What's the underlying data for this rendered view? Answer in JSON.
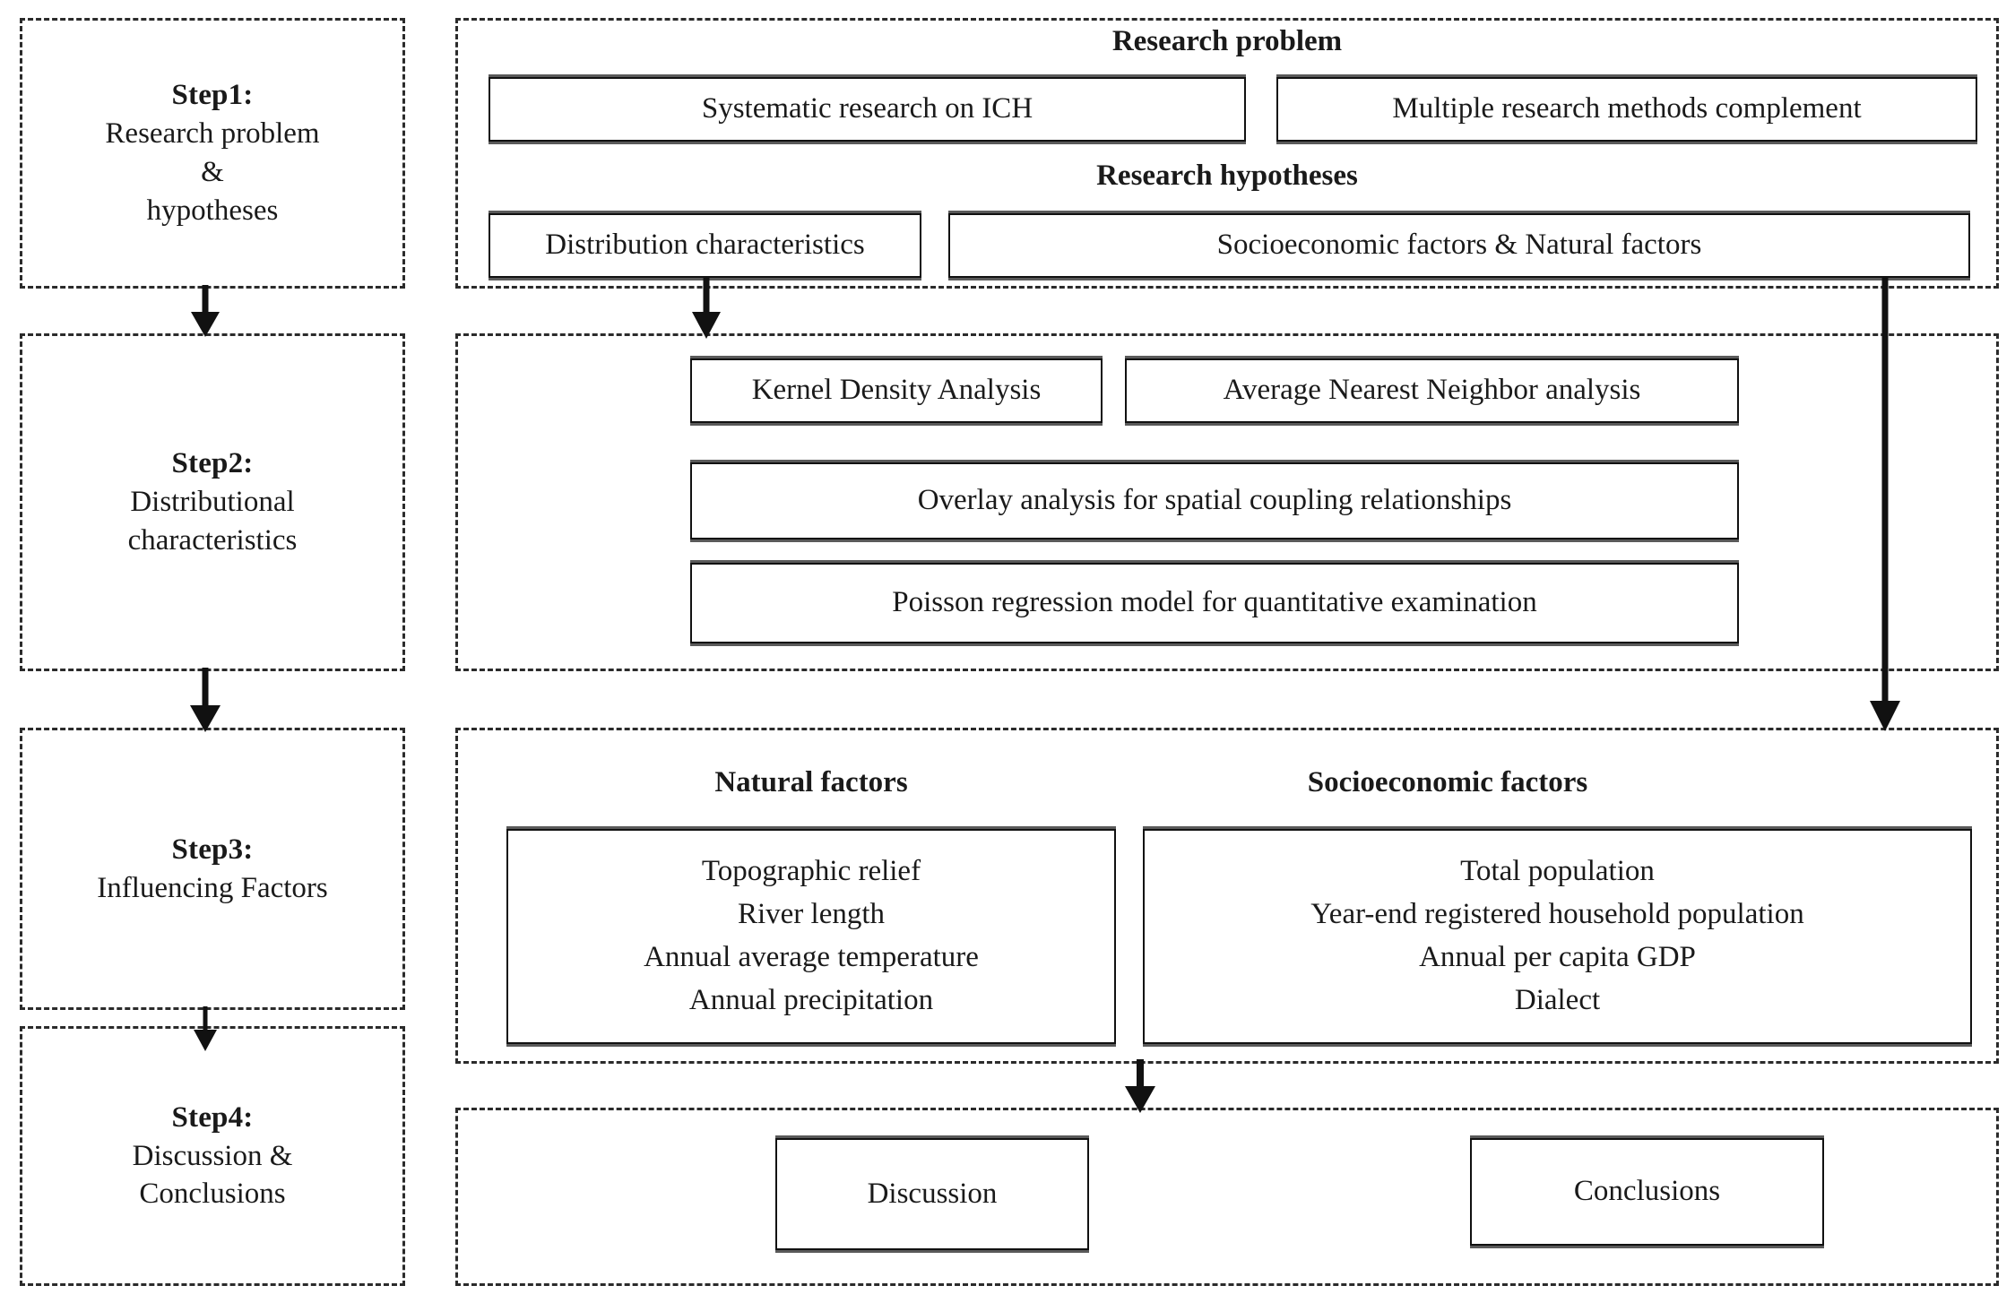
{
  "diagram": {
    "title": "Research framework flowchart",
    "steps": [
      {
        "id": "step1",
        "label_title": "Step1:",
        "label_lines": [
          "Research problem",
          "&",
          "hypotheses"
        ],
        "headings": [
          "Research problem",
          "Research hypotheses"
        ],
        "nodes": [
          "Systematic research on ICH",
          "Multiple research methods complement",
          "Distribution characteristics",
          "Socioeconomic factors  &  Natural factors"
        ]
      },
      {
        "id": "step2",
        "label_title": "Step2:",
        "label_lines": [
          "Distributional",
          "characteristics"
        ],
        "headings": [],
        "nodes": [
          "Kernel Density Analysis",
          "Average Nearest Neighbor analysis",
          "Overlay analysis for spatial coupling relationships",
          "Poisson regression model for quantitative examination"
        ]
      },
      {
        "id": "step3",
        "label_title": "Step3:",
        "label_lines": [
          "Influencing Factors"
        ],
        "headings": [
          "Natural factors",
          "Socioeconomic factors"
        ],
        "natural_factors": [
          "Topographic relief",
          "River length",
          "Annual average temperature",
          "Annual precipitation"
        ],
        "socioeconomic_factors": [
          "Total population",
          "Year-end registered household population",
          "Annual per capita GDP",
          "Dialect"
        ]
      },
      {
        "id": "step4",
        "label_title": "Step4:",
        "label_lines": [
          "Discussion &",
          "Conclusions"
        ],
        "headings": [],
        "nodes": [
          "Discussion",
          "Conclusions"
        ]
      }
    ],
    "connectors": [
      {
        "name": "step1-to-step2-left",
        "kind": "down-arrow"
      },
      {
        "name": "step2-to-step3-left",
        "kind": "down-arrow"
      },
      {
        "name": "step3-to-step4-left",
        "kind": "down-arrow"
      },
      {
        "name": "distribution-to-step2",
        "kind": "down-arrow"
      },
      {
        "name": "socioeconomic-to-step3",
        "kind": "long-down-arrow"
      },
      {
        "name": "step3-to-step4-main",
        "kind": "down-arrow"
      }
    ],
    "colors": {
      "stroke": "#111111",
      "dashed": "#2b2b2b",
      "shadow": "#5a5a5a",
      "background": "#ffffff"
    }
  }
}
